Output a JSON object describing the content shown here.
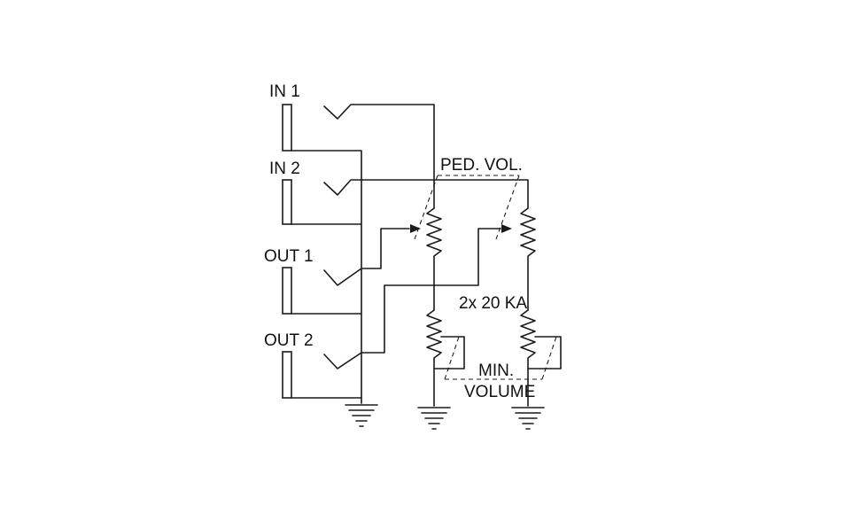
{
  "labels": {
    "in1": "IN 1",
    "in2": "IN 2",
    "out1": "OUT 1",
    "out2": "OUT 2",
    "ped_vol": "PED. VOL.",
    "pot_value": "2x 20 KA",
    "min": "MIN.",
    "volume": "VOLUME"
  },
  "colors": {
    "line": "#1a1a1a",
    "text": "#111111",
    "background": "#ffffff"
  }
}
